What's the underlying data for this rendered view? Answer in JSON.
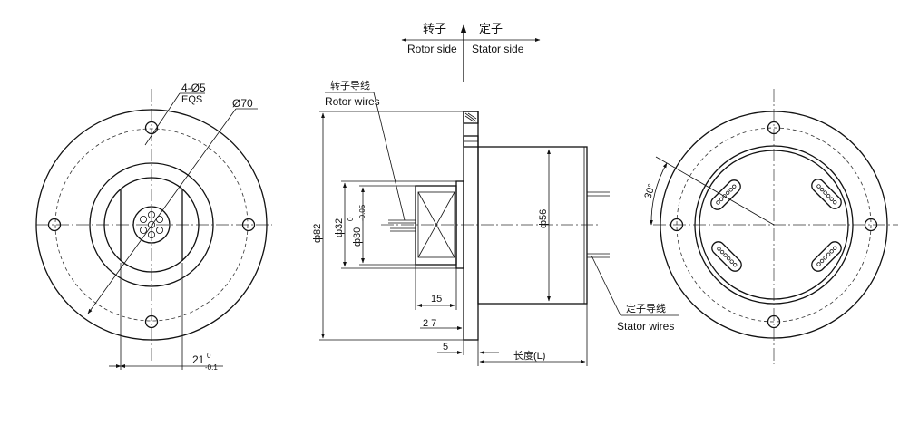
{
  "direction": {
    "rotor_cn": "转子",
    "stator_cn": "定子",
    "rotor_en": "Rotor side",
    "stator_en": "Stator side"
  },
  "left_view": {
    "holes_label": "4-Ø5",
    "holes_sub": "EQS",
    "pcd_label": "Ø70",
    "width_label": "21",
    "width_tol_upper": "0",
    "width_tol_lower": "-0.1"
  },
  "side_view": {
    "rotor_wires_cn": "转子导线",
    "rotor_wires_en": "Rotor wires",
    "stator_wires_cn": "定子导线",
    "stator_wires_en": "Stator wires",
    "dia_flange": "ф82",
    "dia_hub": "ф32",
    "dia_shaft": "ф30",
    "dia_shaft_tol_upper": "0",
    "dia_shaft_tol_lower": "-0.05",
    "dia_body": "ф56",
    "dim_15": "15",
    "dim_27": "2 7",
    "dim_5": "5",
    "length_label": "长度(L)"
  },
  "right_view": {
    "angle_label": "30°"
  }
}
